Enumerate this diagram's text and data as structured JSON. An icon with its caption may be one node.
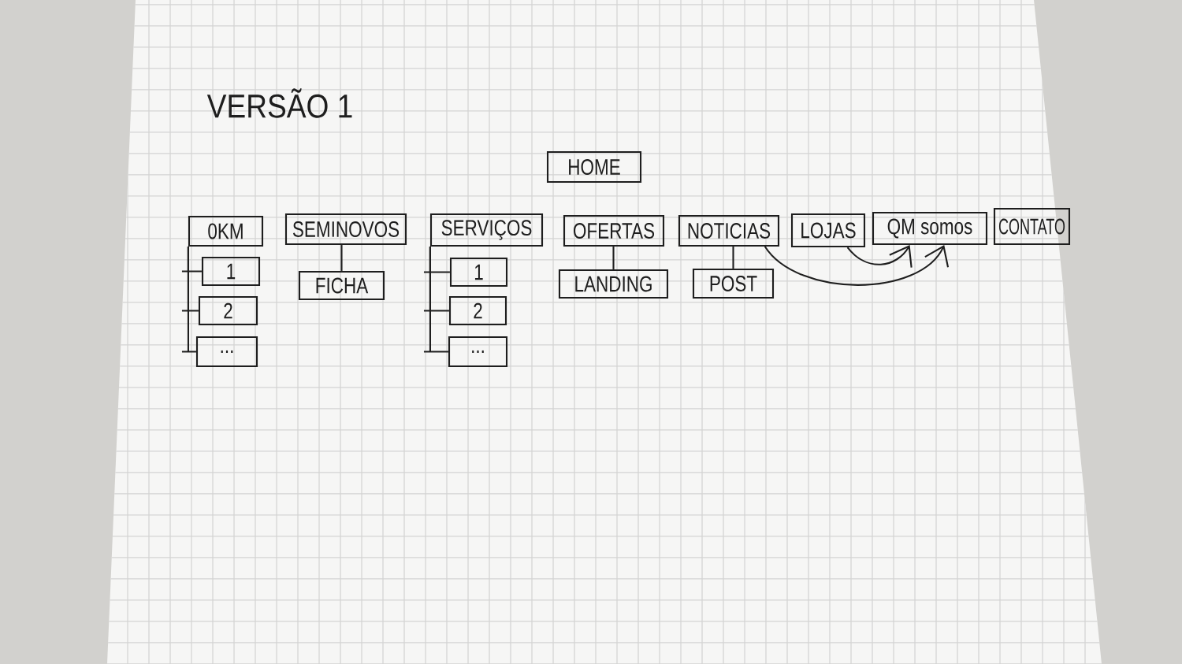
{
  "diagram": {
    "title": "VERSÃO 1",
    "nodes": [
      {
        "text": [
          "HOME"
        ]
      },
      {
        "text": [
          "0KM"
        ]
      },
      {
        "text": [
          "SEMINOVOS"
        ]
      },
      {
        "text": [
          "SERVIÇOS"
        ]
      },
      {
        "text": [
          "OFERTAS"
        ]
      },
      {
        "text": [
          "NOTICIAS"
        ]
      },
      {
        "text": [
          "LOJAS"
        ]
      },
      {
        "text": [
          "QM somos"
        ]
      },
      {
        "text": [
          "CONTATO"
        ]
      },
      {
        "text": [
          "1"
        ]
      },
      {
        "text": [
          "2"
        ]
      },
      {
        "text": [
          "..."
        ]
      },
      {
        "text": [
          "FICHA"
        ]
      },
      {
        "text": [
          "1"
        ]
      },
      {
        "text": [
          "2"
        ]
      },
      {
        "text": [
          "..."
        ]
      },
      {
        "text": [
          "LANDING"
        ]
      },
      {
        "text": [
          "POST"
        ]
      }
    ],
    "edges": [
      {
        "from": 1,
        "to": 9,
        "arrow": "none"
      },
      {
        "from": 1,
        "to": 10,
        "arrow": "none"
      },
      {
        "from": 1,
        "to": 11,
        "arrow": "none"
      },
      {
        "from": 2,
        "to": 12,
        "arrow": "none"
      },
      {
        "from": 3,
        "to": 13,
        "arrow": "none"
      },
      {
        "from": 3,
        "to": 14,
        "arrow": "none"
      },
      {
        "from": 3,
        "to": 15,
        "arrow": "none"
      },
      {
        "from": 4,
        "to": 16,
        "arrow": "none"
      },
      {
        "from": 5,
        "to": 17,
        "arrow": "none"
      },
      {
        "from": 6,
        "to": 7,
        "arrow": "to"
      },
      {
        "from": 5,
        "to": 7,
        "arrow": "to"
      }
    ]
  }
}
